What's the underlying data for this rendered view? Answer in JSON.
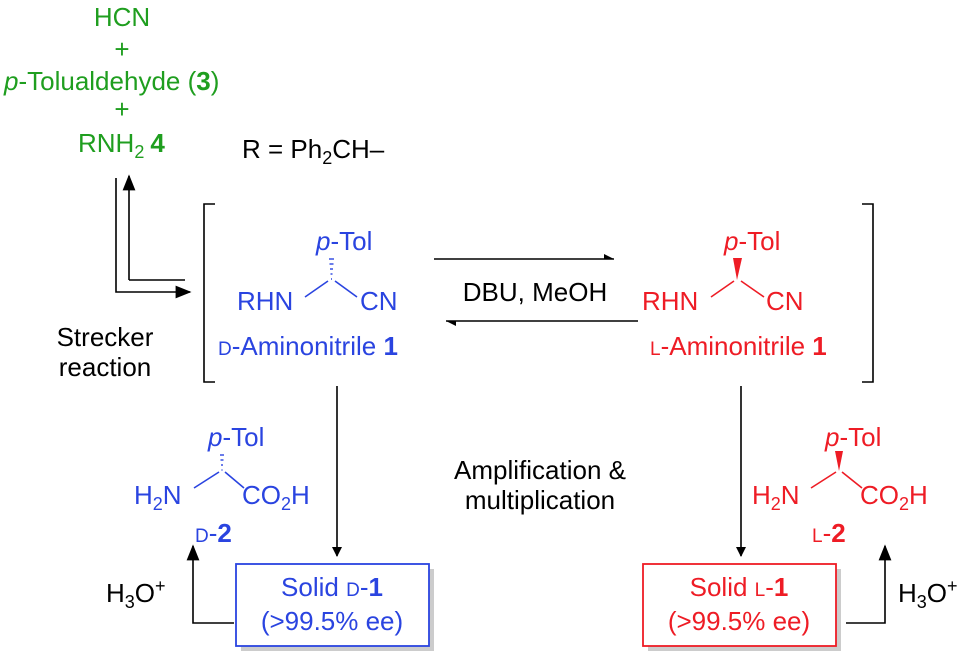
{
  "colors": {
    "green": "#1f9e1f",
    "blue": "#2a44e0",
    "red": "#ee1c25",
    "black": "#000000",
    "shadow": "#cccccc"
  },
  "reactants": {
    "hcn": "HCN",
    "plus1": "+",
    "tol_italic": "p",
    "tol_rest": "-Tolualdehyde (",
    "tol_num": "3",
    "tol_close": ")",
    "plus2": "+",
    "amine_main": "RNH",
    "amine_sub": "2",
    "amine_num": "4"
  },
  "r_def": {
    "prefix": "R = Ph",
    "sub": "2",
    "suffix": "CH–"
  },
  "strecker": {
    "line1": "Strecker",
    "line2": "reaction"
  },
  "d_aminonitrile": {
    "tol_italic": "p",
    "tol_rest": "-Tol",
    "left_group": "RHN",
    "right_group": "CN",
    "prefix_sc": "D",
    "name": "-Aminonitrile ",
    "num": "1"
  },
  "l_aminonitrile": {
    "tol_italic": "p",
    "tol_rest": "-Tol",
    "left_group": "RHN",
    "right_group": "CN",
    "prefix_sc": "L",
    "name": "-Aminonitrile ",
    "num": "1"
  },
  "equilibrium_label": "DBU, MeOH",
  "amplification": {
    "line1": "Amplification &",
    "line2": "multiplication"
  },
  "d_acid": {
    "tol_italic": "p",
    "tol_rest": "-Tol",
    "left_main": "H",
    "left_sub": "2",
    "left_rest": "N",
    "right_main": "CO",
    "right_sub": "2",
    "right_rest": "H",
    "label_sc": "D",
    "label_dash": "-",
    "label_num": "2"
  },
  "l_acid": {
    "tol_italic": "p",
    "tol_rest": "-Tol",
    "left_main": "H",
    "left_sub": "2",
    "left_rest": "N",
    "right_main": "CO",
    "right_sub": "2",
    "right_rest": "H",
    "label_sc": "L",
    "label_dash": "-",
    "label_num": "2"
  },
  "solid_d": {
    "prefix": "Solid ",
    "sc": "D",
    "dash": "-",
    "num": "1",
    "ee": "(>99.5% ee)"
  },
  "solid_l": {
    "prefix": "Solid ",
    "sc": "L",
    "dash": "-",
    "num": "1",
    "ee": "(>99.5% ee)"
  },
  "h3o_left": {
    "main": "H",
    "sub": "3",
    "rest": "O",
    "sup": "+"
  },
  "h3o_right": {
    "main": "H",
    "sub": "3",
    "rest": "O",
    "sup": "+"
  }
}
